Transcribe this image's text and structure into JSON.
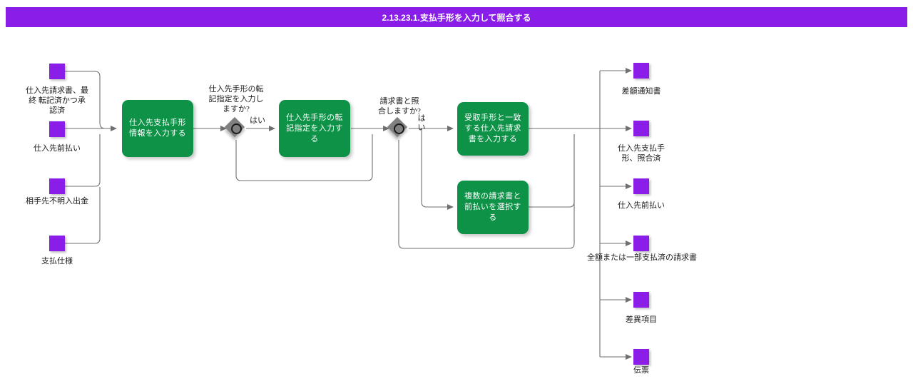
{
  "header": {
    "title": "2.13.23.1.支払手形を入力して照合する",
    "bar_color": "#8A1EE8",
    "text_color": "#ffffff"
  },
  "theme": {
    "data_object_color": "#8A1EE8",
    "task_color": "#0E9248",
    "gateway_color": "#808080",
    "connector_color": "#707070",
    "background": "#ffffff"
  },
  "diagram": {
    "type": "flowchart",
    "inputs": [
      {
        "name": "input-supplier-invoice",
        "label": "仕入先請求書、最\n終 転記済かつ承\n認済"
      },
      {
        "name": "input-supplier-prepayment",
        "label": "仕入先前払い"
      },
      {
        "name": "input-unidentified-payment",
        "label": "相手先不明入出金"
      },
      {
        "name": "input-payment-spec",
        "label": "支払仕様"
      }
    ],
    "tasks": [
      {
        "name": "task-enter-supplier-bill-info",
        "label": "仕入先支払手形情報を入力する"
      },
      {
        "name": "task-enter-posting-spec",
        "label": "仕入先手形の転記指定を入力する"
      },
      {
        "name": "task-enter-matching-invoice",
        "label": "受取手形と一致する仕入先請求書を入力する"
      },
      {
        "name": "task-select-invoices-prepayments",
        "label": "複数の請求書と前払いを選択する"
      }
    ],
    "gateways": [
      {
        "name": "gateway-posting-spec",
        "label": "仕入先手形の転\n記指定を入力し\nますか?",
        "yes_label": "はい"
      },
      {
        "name": "gateway-match-invoice",
        "label": "請求書と照\n合しますか?",
        "yes_label": "は\nい"
      }
    ],
    "outputs": [
      {
        "name": "output-difference-notice",
        "label": "差額通知書"
      },
      {
        "name": "output-supplier-bill-matched",
        "label": "仕入先支払手\n形、照合済"
      },
      {
        "name": "output-supplier-prepayment",
        "label": "仕入先前払い"
      },
      {
        "name": "output-paid-invoice",
        "label": "全額または一部支払済の請求書"
      },
      {
        "name": "output-variance-item",
        "label": "差異項目"
      },
      {
        "name": "output-voucher",
        "label": "伝票"
      }
    ]
  }
}
